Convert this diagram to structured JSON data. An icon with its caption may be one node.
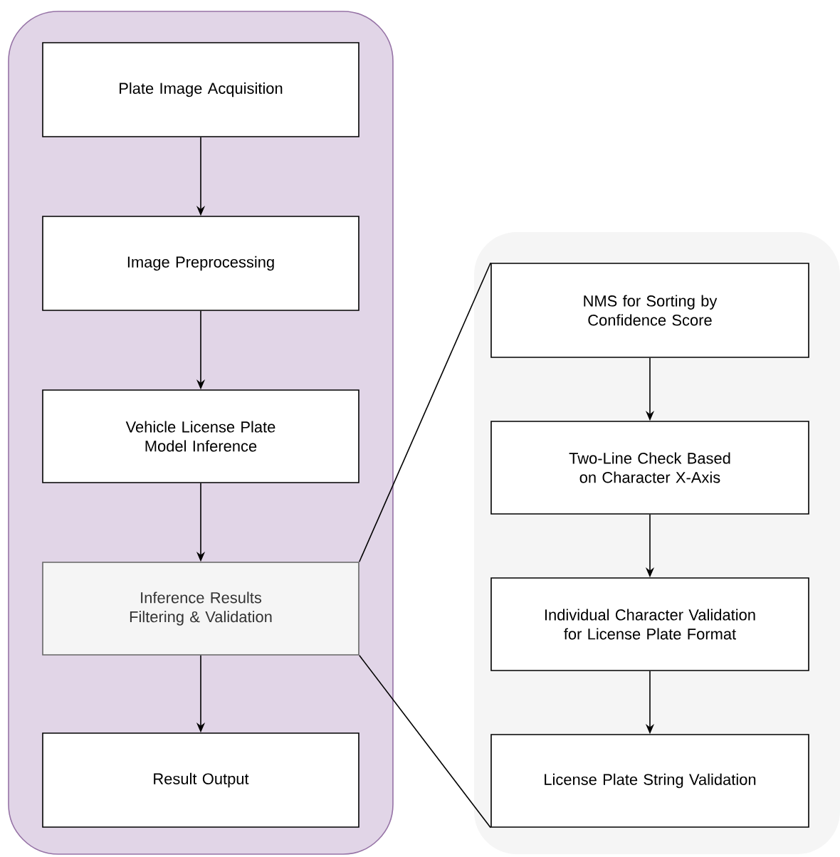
{
  "diagram": {
    "nodes": [
      {
        "text": [],
        "shape": "box"
      },
      {
        "text": [
          "Plate Image Acquisition"
        ],
        "in": 0
      },
      {
        "text": [
          "Image Preprocessing"
        ],
        "in": 0
      },
      {
        "text": [
          "Vehicle License Plate Model Inference"
        ],
        "in": 0
      },
      {
        "text": [
          "Inference Results Filtering & Validation"
        ],
        "in": 0
      },
      {
        "text": [
          "Result Output"
        ],
        "in": 0
      },
      {
        "text": [],
        "shape": "box"
      },
      {
        "text": [
          "NMS for Sorting by Confidence Score"
        ],
        "in": 6
      },
      {
        "text": [
          "Two-Line Check Based on Character X-Axis"
        ],
        "in": 6
      },
      {
        "text": [
          "Individual Character Validation for License Plate Format"
        ],
        "in": 6
      },
      {
        "text": [
          "License Plate String Validation"
        ],
        "in": 6
      }
    ],
    "edges": [
      {
        "from": 1,
        "to": 2,
        "arrow": "to"
      },
      {
        "from": 2,
        "to": 3,
        "arrow": "to"
      },
      {
        "from": 3,
        "to": 4,
        "arrow": "to"
      },
      {
        "from": 4,
        "to": 5,
        "arrow": "to"
      },
      {
        "from": 7,
        "to": 8,
        "arrow": "to"
      },
      {
        "from": 8,
        "to": 9,
        "arrow": "to"
      },
      {
        "from": 9,
        "to": 10,
        "arrow": "to"
      },
      {
        "from": 4,
        "to": 7,
        "arrow": "none"
      },
      {
        "from": 4,
        "to": 10,
        "arrow": "none"
      }
    ]
  }
}
